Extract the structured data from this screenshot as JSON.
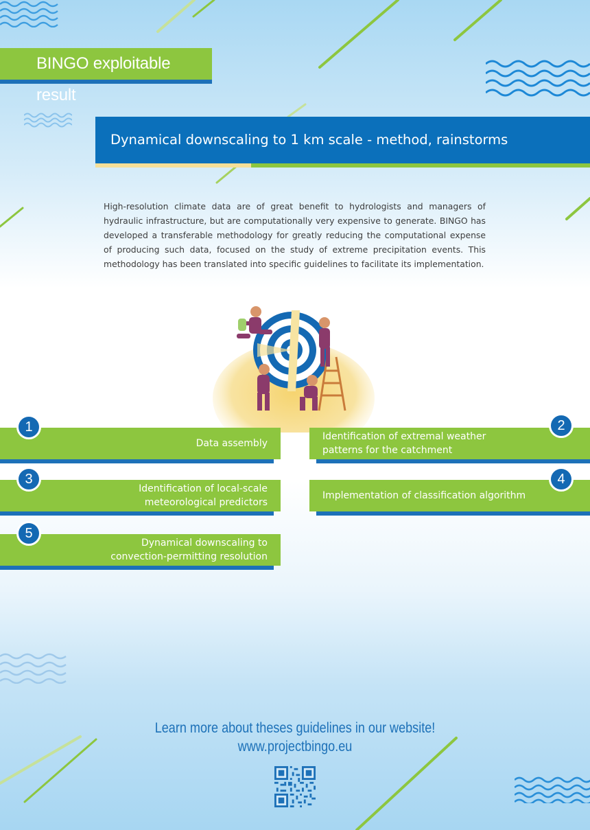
{
  "header": {
    "tag_label": "BINGO exploitable result"
  },
  "title": {
    "text": "Dynamical downscaling to 1 km scale - method, rainstorms"
  },
  "intro": {
    "text": "High-resolution climate data are of great benefit to hydrologists and managers of hydraulic infrastructure, but are computationally very expensive to generate. BINGO has developed a transferable methodology for greatly reducing the computational expense of producing such data, focused on the study of extreme precipitation events. This methodology has been translated into specific guidelines to facilitate its implementation."
  },
  "steps": [
    {
      "number": "1",
      "text": "Data assembly"
    },
    {
      "number": "2",
      "text": "Identification of extremal weather\npatterns for the catchment"
    },
    {
      "number": "3",
      "text": "Identification of local-scale\nmeteorological predictors"
    },
    {
      "number": "4",
      "text": "Implementation of classification algorithm"
    },
    {
      "number": "5",
      "text": "Dynamical downscaling to\nconvection-permitting resolution"
    }
  ],
  "footer": {
    "cta": "Learn more about theses guidelines in our website!",
    "url": "www.projectbingo.eu"
  },
  "colors": {
    "green": "#8dc63f",
    "blue": "#0b70bb",
    "dark_blue": "#1d71b8",
    "yellow": "#f5df98"
  },
  "icons": {
    "illustration": "team-target-illustration",
    "qr": "qr-code-icon",
    "waves": "wave-icon"
  }
}
